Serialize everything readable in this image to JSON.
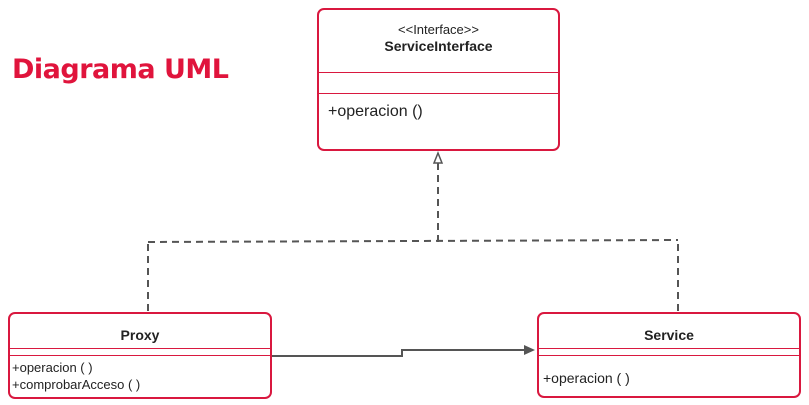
{
  "title": "Diagrama UML",
  "colors": {
    "accent": "#e0143c",
    "box_border": "#d9183f",
    "connector": "#555555"
  },
  "classes": {
    "interface": {
      "stereotype": "<<Interface>>",
      "name": "ServiceInterface",
      "operations": [
        "+operacion ()"
      ]
    },
    "proxy": {
      "name": "Proxy",
      "operations": [
        "+operacion ( )",
        "+comprobarAcceso ( )"
      ]
    },
    "service": {
      "name": "Service",
      "operations": [
        "+operacion ( )"
      ]
    }
  },
  "relationships": [
    {
      "type": "realization",
      "from": "Proxy",
      "to": "ServiceInterface",
      "style": "dashed",
      "arrow": "hollow-triangle"
    },
    {
      "type": "realization",
      "from": "Service",
      "to": "ServiceInterface",
      "style": "dashed",
      "arrow": "hollow-triangle"
    },
    {
      "type": "association",
      "from": "Proxy",
      "to": "Service",
      "style": "solid",
      "arrow": "filled"
    }
  ]
}
